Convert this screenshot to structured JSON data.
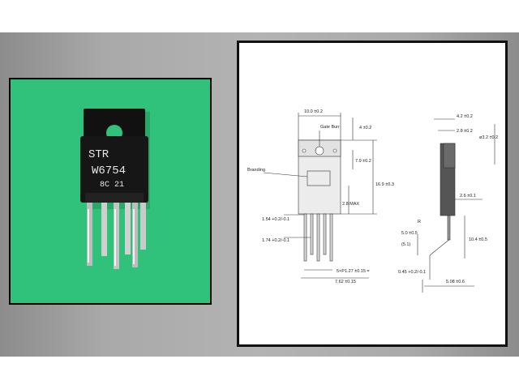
{
  "photo": {
    "marking_line1": "STR",
    "marking_line2": "W6754",
    "marking_line3": "8C 21",
    "colors": {
      "background": "#30c27a",
      "body": "#151515",
      "leads": "#c9c9c9"
    }
  },
  "drawing": {
    "labels": {
      "gate_burr": "Gate Burr",
      "branding": "Branding"
    },
    "front_view": {
      "dim_width": "10.0 ±0.2",
      "dim_top": "4 ±0.2",
      "dim_hole_height": "7.9 ±0.2",
      "dim_body_height": "16.9 ±0.3",
      "dim_max": "2.8 MAX",
      "dim_lead_width_a": "1.54 +0.2/-0.1",
      "dim_lead_width_b": "1.74 +0.2/-0.1",
      "dim_pitch": "5×P1.27 ±0.15 =",
      "dim_span": "7.62 ±0.15"
    },
    "side_view": {
      "dim_thickness": "4.2 ±0.2",
      "dim_tab": "2.8 ±0.2",
      "dim_hole_dia": "ø3.2 ±0.2",
      "dim_lead_offset": "2.6 ±0.1",
      "dim_bend_angle": "(5.1)",
      "dim_bend": "5.0 ±0.5",
      "dim_lead_length": "10.4 ±0.5",
      "dim_lead_thickness": "0.45 +0.2/-0.1",
      "dim_bottom": "5.08 ±0.6",
      "dim_r": "R"
    }
  }
}
